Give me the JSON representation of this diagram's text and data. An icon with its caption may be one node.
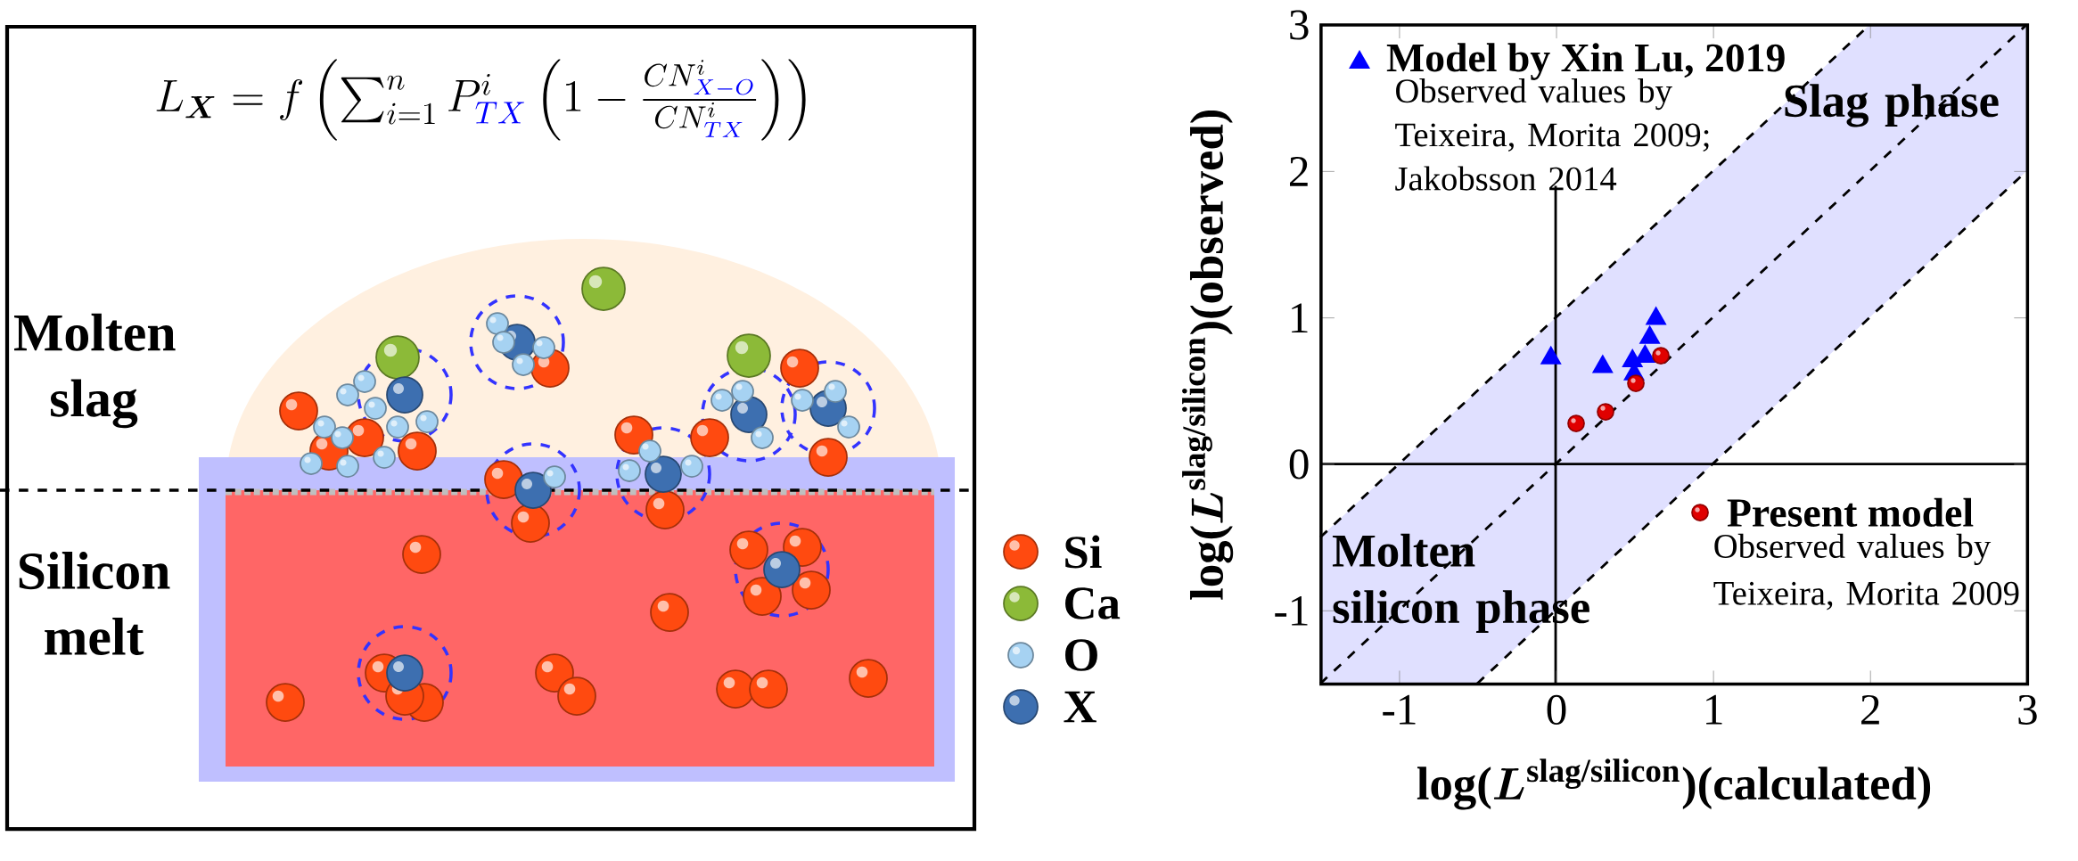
{
  "diagram": {
    "labels": [
      "L_{\\boldsymbol{X}}=f\\left(\\sum_{i=1}^{n}P^{i}_{\\color{blue}TX}\\left(1-\\frac{CN^{i}_{\\color{blue}X-O}}{CN^{i}_{\\color{blue}TX}}\\right)\\right)",
      "Molten slag",
      "Silicon melt"
    ],
    "legend": [
      {
        "text": "Si",
        "color": "#ff4a10"
      },
      {
        "text": "Ca",
        "color": "#8cba38"
      },
      {
        "text": "O",
        "color": "#a6d2f2"
      },
      {
        "text": "X",
        "color": "#3d6fb0"
      }
    ],
    "chart_data": {
      "type": "scatter",
      "xlabel": "\\textbf{log(}\\boldsymbol{L}^{\\textbf{slag/silicon}}\\textbf{)(calculated)}",
      "ylabel": "\\textbf{log(}\\boldsymbol{L}^{\\textbf{slag/silicon}}\\textbf{)(observed)}",
      "xlim": [
        -1.5,
        3
      ],
      "ylim": [
        -1.5,
        3
      ],
      "legend": "top left",
      "xticks": [
        -1,
        0,
        1,
        2,
        3
      ],
      "yticks": [
        -1,
        0,
        1,
        2,
        3
      ],
      "series": [
        {
          "name": "Model by Xin Lu, 2019",
          "color": "#0000ff",
          "x": [
            -0.03,
            0.3,
            0.49,
            0.5,
            0.57,
            0.6,
            0.64
          ],
          "values": [
            0.73,
            0.67,
            0.71,
            0.62,
            0.74,
            0.87,
            1.0
          ]
        },
        {
          "name": "Present model",
          "color": "#e00000",
          "x": [
            0.13,
            0.32,
            0.51,
            0.67
          ],
          "values": [
            0.28,
            0.36,
            0.55,
            0.74
          ]
        }
      ],
      "annotations": [
        "Observed values by Teixeira, Morita 2009; Jakobsson 2014",
        "Slag phase",
        "Molten silicon phase",
        "Observed values by Teixeira, Morita 2009"
      ]
    }
  }
}
